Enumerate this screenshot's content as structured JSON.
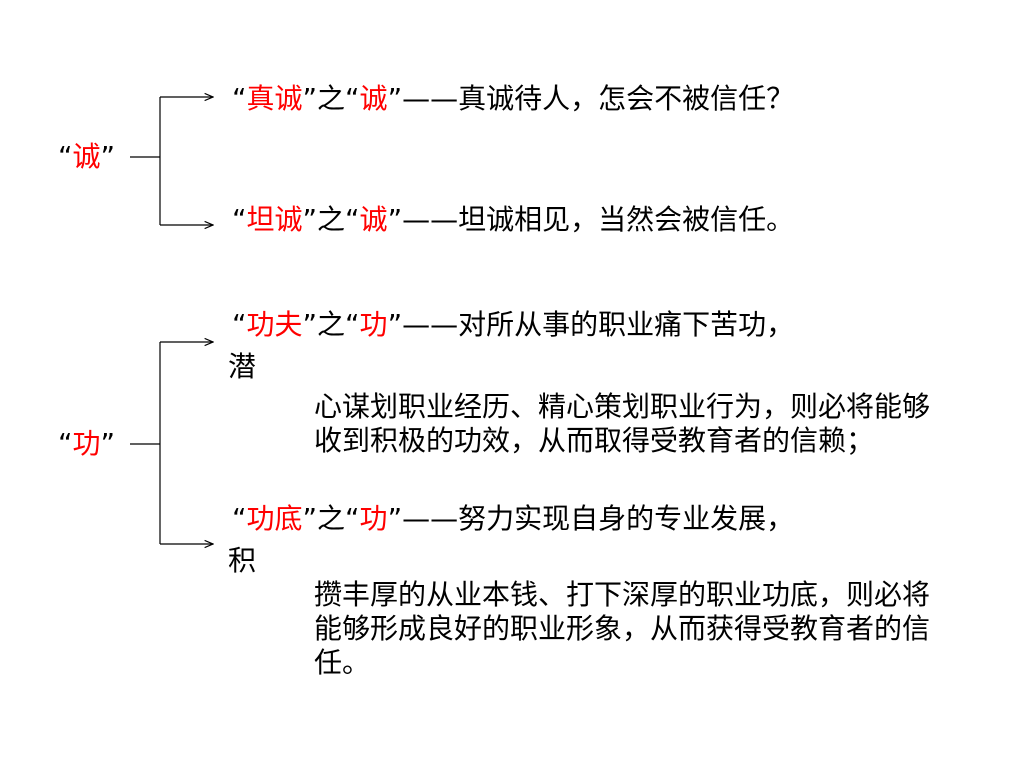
{
  "colors": {
    "accent": "#ff0000",
    "text": "#000000",
    "line": "#000000"
  },
  "groups": [
    {
      "root": {
        "open": "“",
        "key": "诚",
        "close": "”"
      },
      "branches": [
        {
          "q1": "“",
          "term": "真诚",
          "q2": "”之“",
          "char": "诚",
          "q3": "”",
          "dash": "——",
          "text": "真诚待人，怎会不被信任？"
        },
        {
          "q1": "“",
          "term": "坦诚",
          "q2": "”之“",
          "char": "诚",
          "q3": "”",
          "dash": "——",
          "text": "坦诚相见，当然会被信任。"
        }
      ]
    },
    {
      "root": {
        "open": "“",
        "key": "功",
        "close": "”"
      },
      "branches": [
        {
          "q1": "“",
          "term": "功夫",
          "q2": "”之“",
          "char": "功",
          "q3": "”",
          "dash": "——",
          "text": "对所从事的职业痛下苦功，",
          "cont": "潜",
          "body": "心谋划职业经历、精心策划职业行为，则必将能够收到积极的功效，从而取得受教育者的信赖；"
        },
        {
          "q1": "“",
          "term": "功底",
          "q2": "”之“",
          "char": "功",
          "q3": "”",
          "dash": "——",
          "text": "努力实现自身的专业发展，",
          "cont": "积",
          "body": "攒丰厚的从业本钱、打下深厚的职业功底，则必将能够形成良好的职业形象，从而获得受教育者的信任。"
        }
      ]
    }
  ]
}
